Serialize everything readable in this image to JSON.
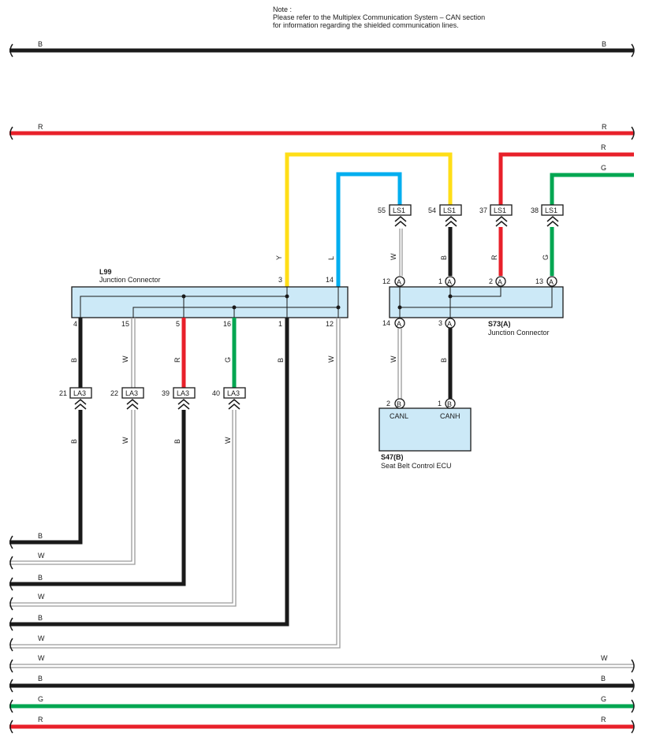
{
  "note": {
    "title": "Note :",
    "line1": "Please refer to the Multiplex Communication System – CAN section",
    "line2": "for information regarding the shielded communication lines."
  },
  "colors": {
    "B": "#1a1a1a",
    "W": "#9a9a9a",
    "R": "#e8202a",
    "G": "#00a651",
    "Y": "#ffde17",
    "L": "#00aeef",
    "box_fill": "#cce9f7"
  },
  "wire_codes": {
    "B": "B",
    "W": "W",
    "R": "R",
    "G": "G",
    "Y": "Y",
    "L": "L"
  },
  "connectors": {
    "l99": {
      "id": "L99",
      "name": "Junction Connector"
    },
    "s73": {
      "id": "S73(A)",
      "name": "Junction Connector"
    },
    "s47": {
      "id": "S47(B)",
      "name": "Seat Belt Control ECU",
      "pin_canl": "CANL",
      "pin_canh": "CANH"
    },
    "ls1": "LS1",
    "la3": "LA3",
    "a": "A",
    "b": "B"
  },
  "pins": {
    "l99_top_y": "3",
    "l99_top_l": "14",
    "l99_b4": "4",
    "l99_b15": "15",
    "l99_b5": "5",
    "l99_b16": "16",
    "l99_b1": "1",
    "l99_b12": "12",
    "ls1_55": "55",
    "ls1_54": "54",
    "ls1_37": "37",
    "ls1_38": "38",
    "s73_12": "12",
    "s73_1": "1",
    "s73_2": "2",
    "s73_13": "13",
    "s73_14": "14",
    "s73_3": "3",
    "la3_21": "21",
    "la3_22": "22",
    "la3_39": "39",
    "la3_40": "40",
    "s47_2": "2",
    "s47_1": "1"
  }
}
